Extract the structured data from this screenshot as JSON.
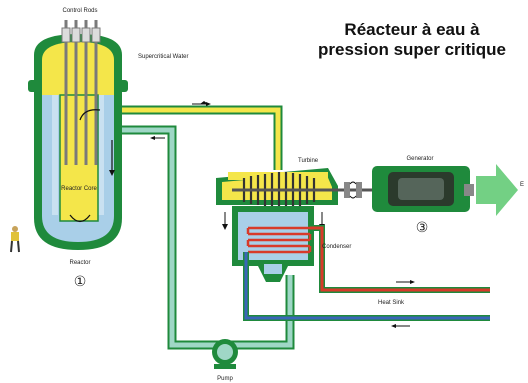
{
  "title": {
    "line1": "Réacteur à eau à",
    "line2": "pression super critique"
  },
  "labels": {
    "control_rods": "Control Rods",
    "supercritical_water": "Supercritical Water",
    "reactor_core": "Reactor Core",
    "reactor": "Reactor",
    "turbine": "Turbine",
    "generator": "Generator",
    "condenser": "Condenser",
    "heat_sink": "Heat Sink",
    "pump": "Pump",
    "electricity": "E"
  },
  "numbers": {
    "reactor": "①",
    "generator": "③"
  },
  "colors": {
    "vessel_green": "#1f8a3c",
    "hot_water": "#f4e64a",
    "cold_water": "#a9cfe8",
    "pipe_teal": "#9fd7c6",
    "cooling_red": "#d83a2a",
    "cooling_blue": "#3a66b8",
    "generator_body": "#2b3a2c",
    "power_arrow": "#5bc86f"
  }
}
